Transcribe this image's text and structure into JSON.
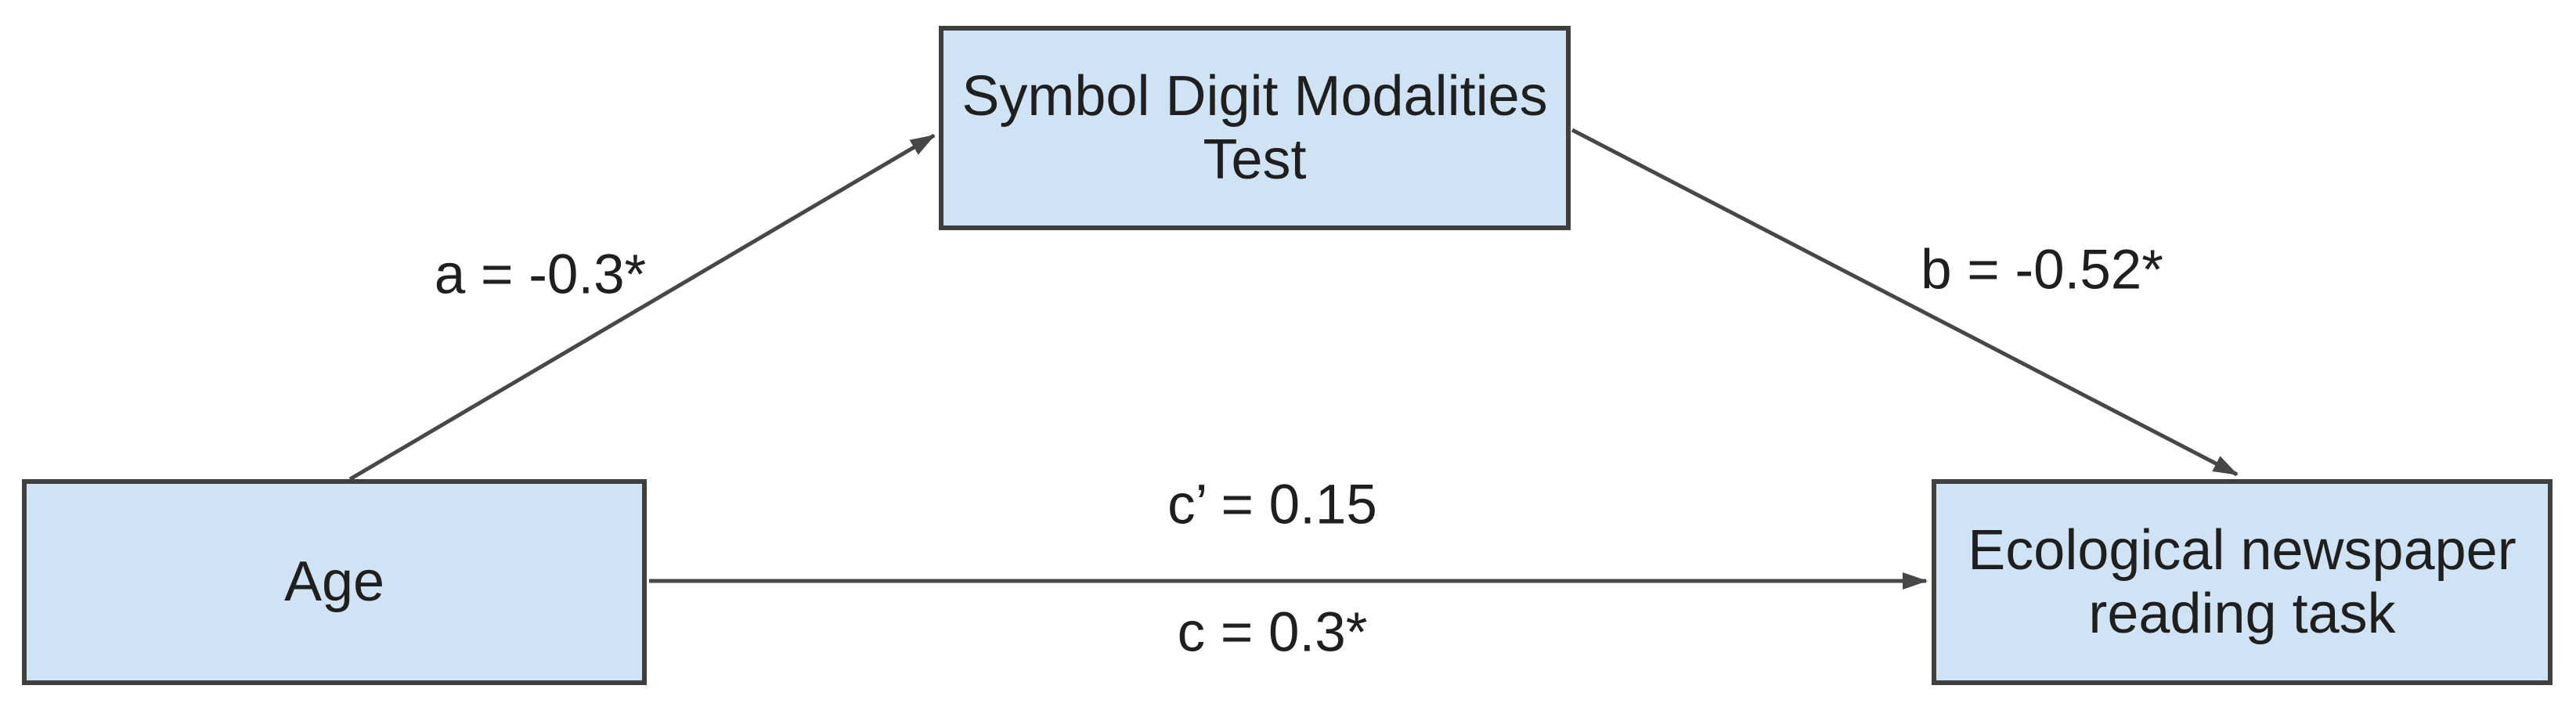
{
  "diagram": {
    "type": "mediation-path-model",
    "nodes": {
      "predictor": {
        "label": "Age",
        "lines": [
          "Age"
        ]
      },
      "mediator": {
        "label": "Symbol Digit Modalities Test",
        "lines": [
          "Symbol Digit Modalities",
          "Test"
        ]
      },
      "outcome": {
        "label": "Ecological newspaper reading task",
        "lines": [
          "Ecological newspaper",
          "reading task"
        ]
      }
    },
    "paths": {
      "a": {
        "label": "a = -0.3*",
        "coefficient": -0.3,
        "significant": true,
        "from": "Age",
        "to": "Symbol Digit Modalities Test"
      },
      "b": {
        "label": "b = -0.52*",
        "coefficient": -0.52,
        "significant": true,
        "from": "Symbol Digit Modalities Test",
        "to": "Ecological newspaper reading task"
      },
      "c_prime": {
        "label": "c’ = 0.15",
        "coefficient": 0.15,
        "significant": false,
        "from": "Age",
        "to": "Ecological newspaper reading task"
      },
      "c": {
        "label": "c = 0.3*",
        "coefficient": 0.3,
        "significant": true,
        "from": "Age",
        "to": "Ecological newspaper reading task"
      }
    },
    "colors": {
      "node_fill": "#cfe3f4",
      "node_border": "#3f3f3f",
      "arrow": "#474747",
      "text": "#1f1f1f",
      "background": "#ffffff"
    }
  }
}
